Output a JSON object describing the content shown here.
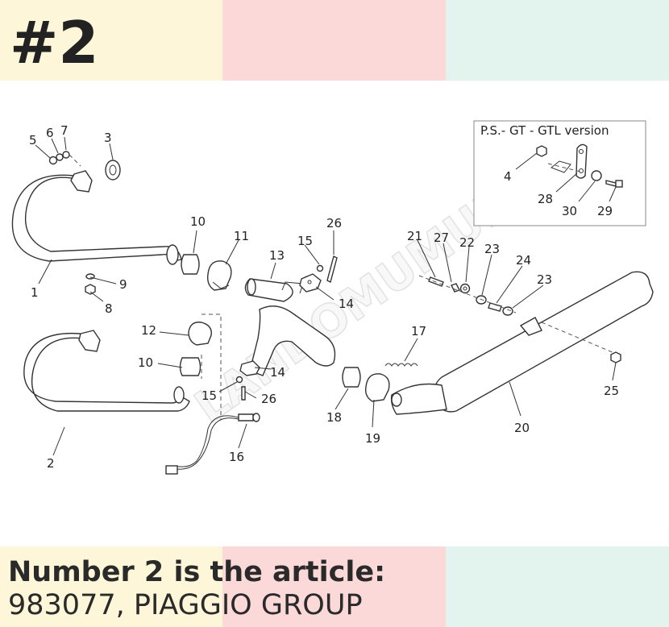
{
  "badge": "#2",
  "caption": {
    "line1": "Number 2 is the article:",
    "line2": "983077, PIAGGIO GROUP"
  },
  "inset_title": "P.S.- GT - GTL version",
  "watermark": "LANDOMUMURCIA",
  "colors": {
    "band_yellow": "#fdf6d8",
    "band_pink": "#fcd9d9",
    "band_mint": "#e3f4ee",
    "text": "#222222"
  },
  "labels": {
    "n1": "1",
    "n2": "2",
    "n3": "3",
    "n4": "4",
    "n5": "5",
    "n6": "6",
    "n7": "7",
    "n8": "8",
    "n9": "9",
    "n10a": "10",
    "n10b": "10",
    "n11": "11",
    "n12": "12",
    "n13": "13",
    "n14a": "14",
    "n14b": "14",
    "n15a": "15",
    "n15b": "15",
    "n16": "16",
    "n17": "17",
    "n18": "18",
    "n19": "19",
    "n20": "20",
    "n21": "21",
    "n22": "22",
    "n23a": "23",
    "n23b": "23",
    "n24": "24",
    "n25": "25",
    "n26a": "26",
    "n26b": "26",
    "n27": "27",
    "n28": "28",
    "n29": "29",
    "n30": "30"
  }
}
